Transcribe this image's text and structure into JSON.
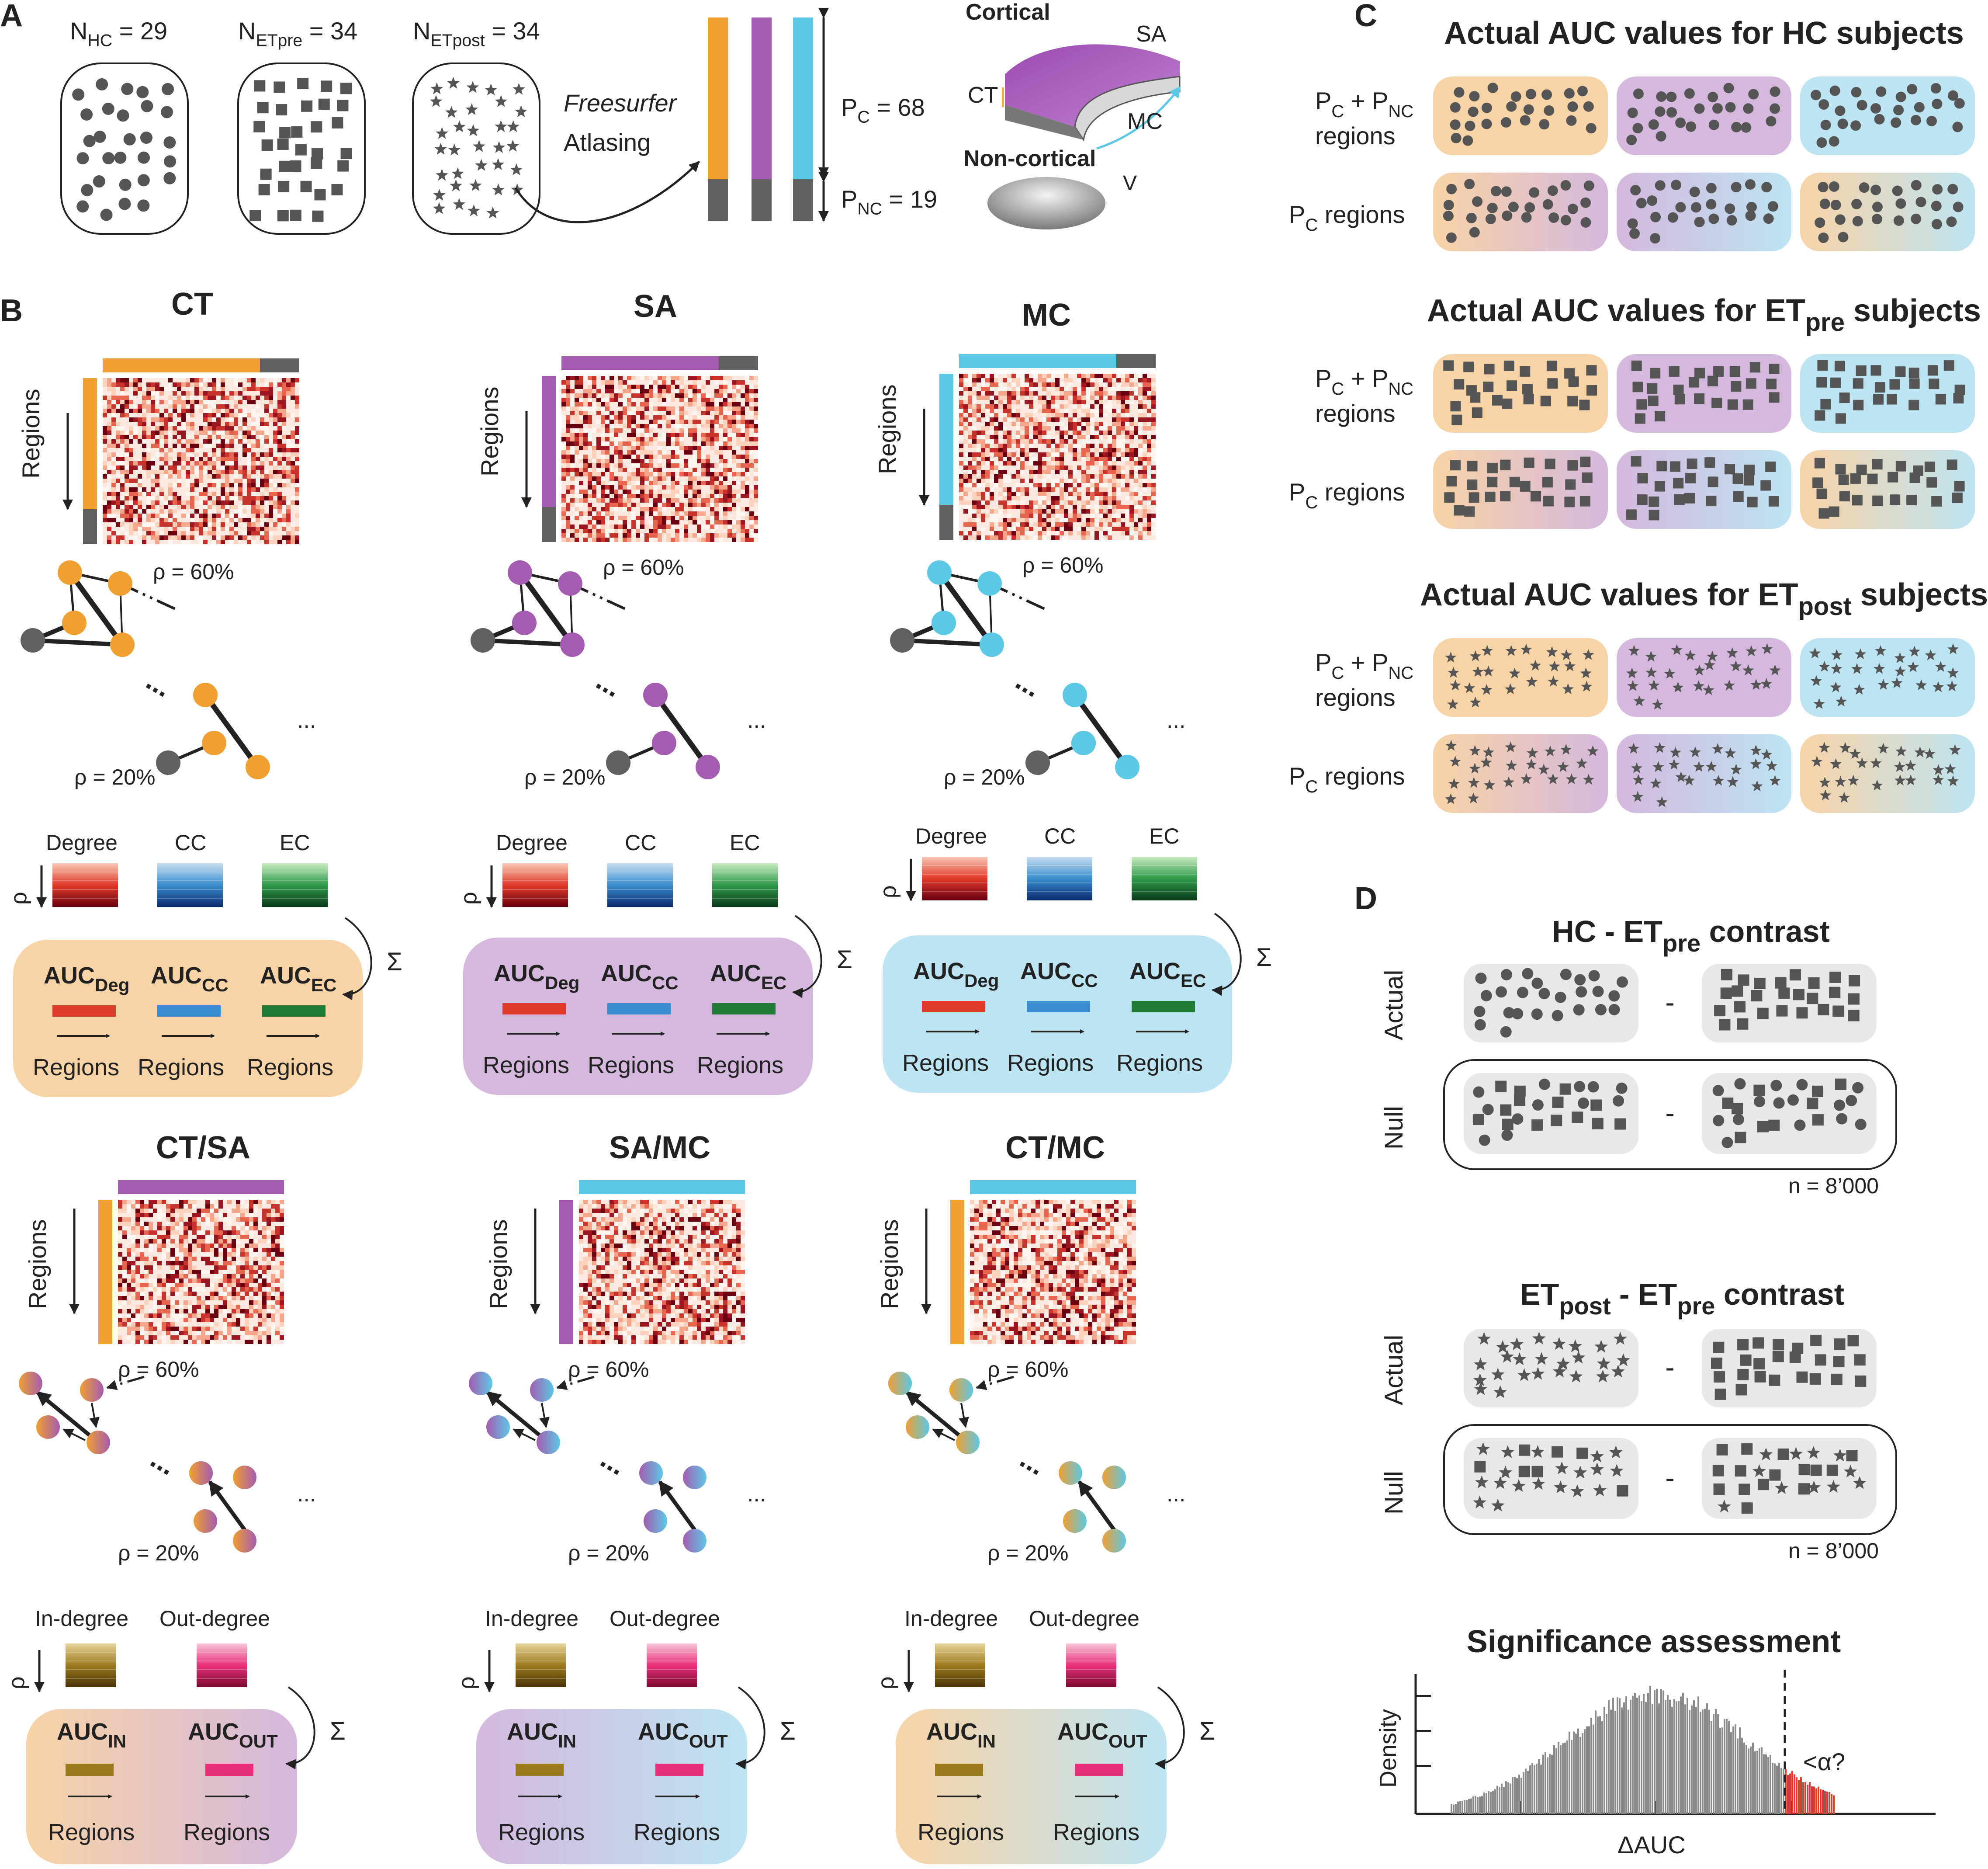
{
  "panels": {
    "A": "A",
    "B": "B",
    "C": "C",
    "D": "D"
  },
  "panel_a": {
    "n_hc": {
      "base": "N",
      "sub": "HC",
      "val": " = 29"
    },
    "n_etpre": {
      "base": "N",
      "sub": "ETpre",
      "val": " = 34"
    },
    "n_etpost": {
      "base": "N",
      "sub": "ETpost",
      "val": " = 34"
    },
    "freesurfer": "Freesurfer",
    "atlasing": "Atlasing",
    "pc": {
      "base": "P",
      "sub": "C",
      "val": " = 68"
    },
    "pnc": {
      "base": "P",
      "sub": "NC",
      "val": " = 19"
    },
    "cortical": "Cortical",
    "non_cortical": "Non-cortical",
    "sa": "SA",
    "ct": "CT",
    "mc": "MC",
    "v": "V"
  },
  "panel_b": {
    "regions": "Regions",
    "rho60": "ρ = 60%",
    "rho20": "ρ = 20%",
    "rho": "ρ",
    "sigma": "Σ",
    "ellipsis": "...",
    "single": [
      {
        "title": "CT"
      },
      {
        "title": "SA"
      },
      {
        "title": "MC"
      }
    ],
    "cross": [
      {
        "title": "CT/SA"
      },
      {
        "title": "SA/MC"
      },
      {
        "title": "CT/MC"
      }
    ],
    "metrics": {
      "degree": "Degree",
      "cc": "CC",
      "ec": "EC",
      "in_degree": "In-degree",
      "out_degree": "Out-degree"
    },
    "auc": {
      "base": "AUC",
      "deg": "Deg",
      "cc": "CC",
      "ec": "EC",
      "in": "IN",
      "out": "OUT"
    }
  },
  "panel_c": {
    "groups": [
      {
        "title_pre": "Actual AUC values for ",
        "title_base": "HC",
        "title_sub": "",
        "title_post": " subjects"
      },
      {
        "title_pre": "Actual AUC values for ",
        "title_base": "ET",
        "title_sub": "pre",
        "title_post": " subjects"
      },
      {
        "title_pre": "Actual AUC values for ",
        "title_base": "ET",
        "title_sub": "post",
        "title_post": " subjects"
      }
    ],
    "row_pcnc": "regions",
    "row_pc": "regions"
  },
  "panel_d": {
    "contrast1": {
      "pre": "HC - ET",
      "sub": "pre",
      "post": " contrast"
    },
    "contrast2": {
      "pre": "ET",
      "sub1": "post",
      "mid": " - ET",
      "sub2": "pre",
      "post": " contrast"
    },
    "actual": "Actual",
    "null": "Null",
    "minus": "-",
    "n": "n = 8’000",
    "significance": "Significance assessment",
    "density": "Density",
    "dauc": "ΔAUC",
    "alpha": "<α?"
  },
  "colors": {
    "ct": "#f0a030",
    "sa": "#a45cb0",
    "mc": "#5cc8e6",
    "nc": "#606060",
    "ct_bg": "#f8d3a6",
    "sa_bg": "#d4b8dd",
    "mc_bg": "#bde4f2",
    "deg_line": "#e03a2a",
    "cc_line": "#3a8ecf",
    "ec_line": "#1f7a36",
    "in_line": "#9c7a1e",
    "out_line": "#e8307a"
  }
}
